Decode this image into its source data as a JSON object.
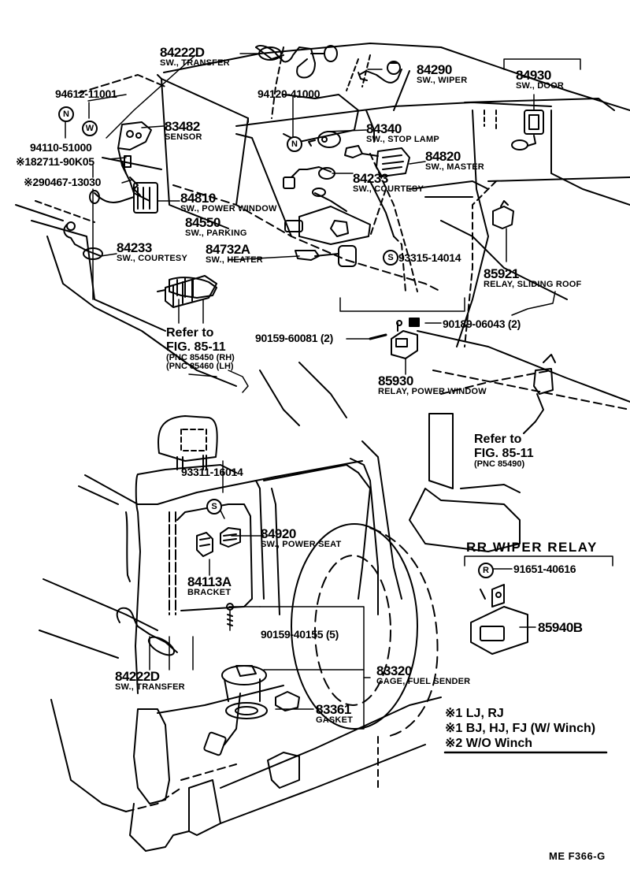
{
  "figure_code": "ME  F366-G",
  "callouts": {
    "c84222D_top": {
      "part": "84222D",
      "name": "SW., TRANSFER"
    },
    "c94612": {
      "part": "94612-11001"
    },
    "c83482": {
      "part": "83482",
      "name": "SENSOR"
    },
    "c94110": {
      "part": "94110-51000"
    },
    "c82711": {
      "mark": "※1",
      "part": "82711-90K05"
    },
    "c90467": {
      "mark": "※2",
      "part": "90467-13030"
    },
    "c84810": {
      "part": "84810",
      "name": "SW., POWER WINDOW"
    },
    "c84550": {
      "part": "84550",
      "name": "SW., PARKING"
    },
    "c84233_left": {
      "part": "84233",
      "name": "SW., COURTESY"
    },
    "c84732A": {
      "part": "84732A",
      "name": "SW., HEATER"
    },
    "c94120": {
      "part": "94120-41000"
    },
    "c84290": {
      "part": "84290",
      "name": "SW., WIPER"
    },
    "c84340": {
      "part": "84340",
      "name": "SW., STOP LAMP"
    },
    "c84820": {
      "part": "84820",
      "name": "SW., MASTER"
    },
    "c84233_right": {
      "part": "84233",
      "name": "SW., COURTESY"
    },
    "c84930": {
      "part": "84930",
      "name": "SW., DOOR"
    },
    "c93315": {
      "part": "93315-14014"
    },
    "c85921": {
      "part": "85921",
      "name": "RELAY, SLIDING ROOF"
    },
    "c90189": {
      "part": "90189-06043 (2)"
    },
    "c90159_60081": {
      "part": "90159-60081 (2)"
    },
    "c85930": {
      "part": "85930",
      "name": "RELAY, POWER WINDOW"
    },
    "c93311": {
      "part": "93311-16014"
    },
    "c84920": {
      "part": "84920",
      "name": "SW., POWER SEAT"
    },
    "c84113A": {
      "part": "84113A",
      "name": "BRACKET"
    },
    "c90159_40155": {
      "part": "90159-40155 (5)"
    },
    "c84222D_bottom": {
      "part": "84222D",
      "name": "SW., TRANSFER"
    },
    "c83320": {
      "part": "83320",
      "name": "GAGE, FUEL SENDER"
    },
    "c83361": {
      "part": "83361",
      "name": "GASKET"
    },
    "c91651": {
      "part": "91651-40616"
    },
    "c85940B": {
      "part": "85940B"
    }
  },
  "fastener_symbols": {
    "N": "N",
    "W": "W",
    "S": "S",
    "R": "R"
  },
  "references": {
    "left": {
      "line1": "Refer to",
      "line2": "FIG. 85-11",
      "line3": "(PNC 85450  (RH)",
      "line4": "(PNC 85460  (LH)"
    },
    "right": {
      "line1": "Refer to",
      "line2": "FIG. 85-11",
      "line3": "(PNC 85490)"
    }
  },
  "rr_wiper_relay": {
    "title": "RR  WIPER  RELAY"
  },
  "legend": [
    {
      "mark": "※1",
      "text": "LJ, RJ"
    },
    {
      "mark": "※1",
      "text": "BJ, HJ, FJ (W/ Winch)"
    },
    {
      "mark": "※2",
      "text": "W/O Winch"
    }
  ]
}
